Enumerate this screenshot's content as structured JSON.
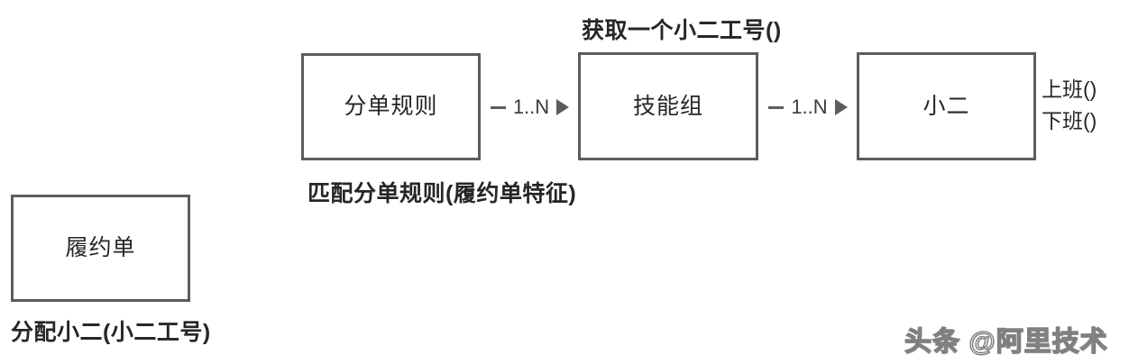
{
  "diagram": {
    "title_operation": "获取一个小二工号()",
    "nodes": [
      {
        "id": "fulfillment-order",
        "label": "履约单"
      },
      {
        "id": "dispatch-rule",
        "label": "分单规则"
      },
      {
        "id": "skill-group",
        "label": "技能组"
      },
      {
        "id": "agent",
        "label": "小二"
      }
    ],
    "connectors": [
      {
        "id": "rule-to-skill",
        "multiplicity": "1..N",
        "from": "分单规则",
        "to": "技能组"
      },
      {
        "id": "skill-to-agent",
        "multiplicity": "1..N",
        "from": "技能组",
        "to": "小二"
      }
    ],
    "agent_methods": [
      "上班()",
      "下班()"
    ],
    "captions": {
      "match_rule": "匹配分单规则(履约单特征)",
      "allocate_agent": "分配小二(小二工号)"
    },
    "watermark": "头条 @阿里技术",
    "colors": {
      "border": "#5c5c5c",
      "text": "#262626",
      "background": "#ffffff"
    }
  }
}
